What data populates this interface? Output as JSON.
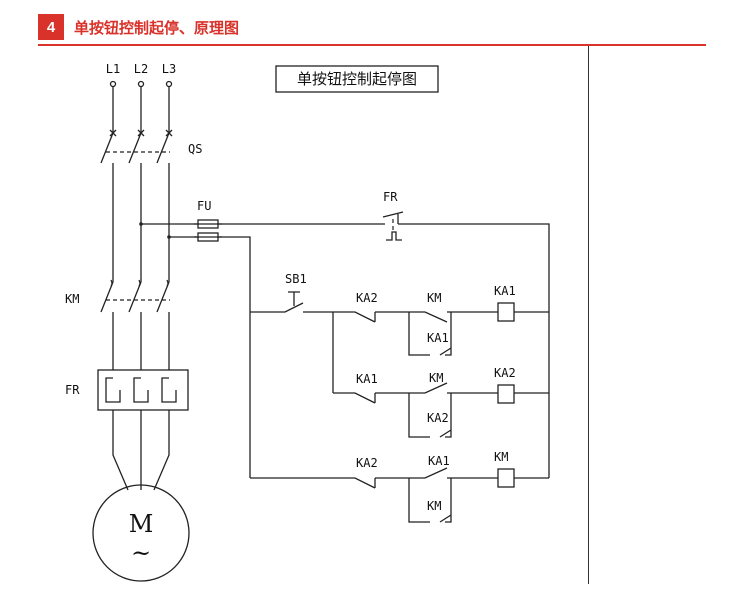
{
  "header": {
    "badge": "4",
    "title": "单按钮控制起停、原理图"
  },
  "diagram": {
    "title": "单按钮控制起停图",
    "phases": [
      "L1",
      "L2",
      "L3"
    ],
    "labels": {
      "qs": "QS",
      "km_main": "KM",
      "fr_main": "FR",
      "fu": "FU",
      "fr_ctrl": "FR",
      "sb1": "SB1",
      "motor": "M",
      "motor_ac": "~",
      "r1_c1": "KA2",
      "r1_c2": "KM",
      "r1_c2b": "KA1",
      "r1_coil": "KA1",
      "r2_c1": "KA1",
      "r2_c2": "KM",
      "r2_c2b": "KA2",
      "r2_coil": "KA2",
      "r3_c1": "KA2",
      "r3_c2": "KA1",
      "r3_c2b": "KM",
      "r3_coil": "KM"
    }
  }
}
